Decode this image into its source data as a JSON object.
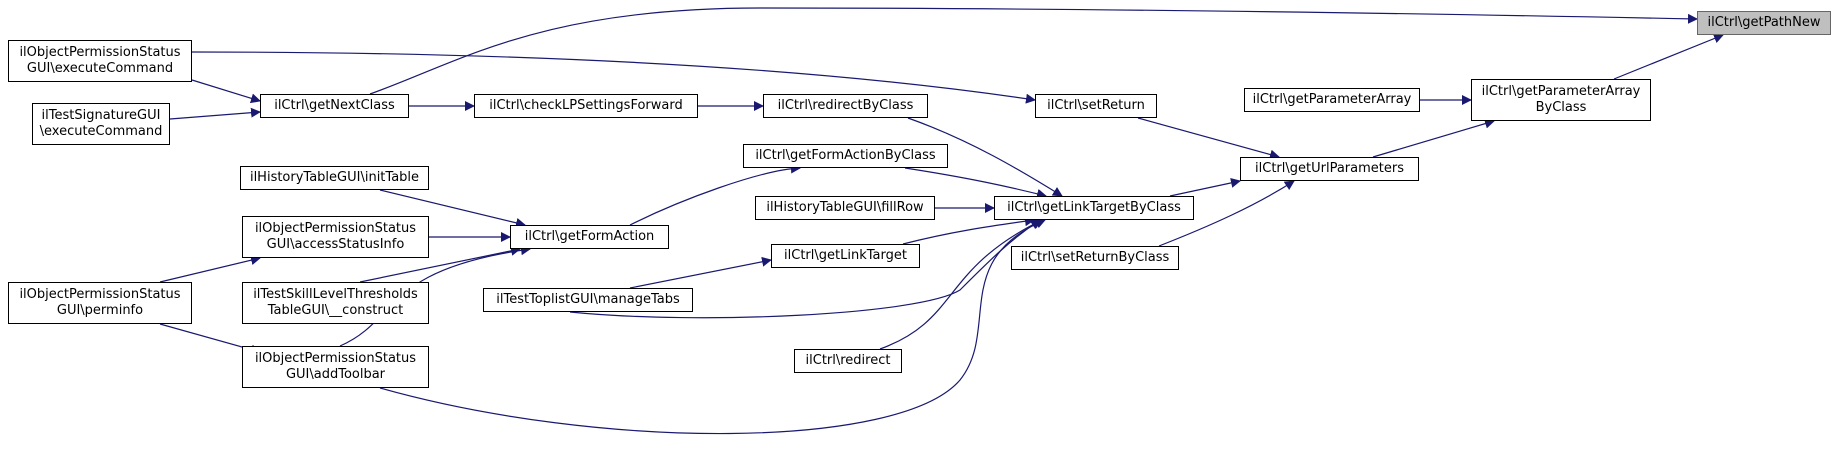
{
  "nodes": {
    "root": "ilCtrl\\getPathNew",
    "gpabc": "ilCtrl\\getParameterArray\nByClass",
    "gpa": "ilCtrl\\getParameterArray",
    "gup": "ilCtrl\\getUrlParameters",
    "sr": "ilCtrl\\setReturn",
    "srbc": "ilCtrl\\setReturnByClass",
    "gltbc": "ilCtrl\\getLinkTargetByClass",
    "gnc": "ilCtrl\\getNextClass",
    "clps": "ilCtrl\\checkLPSettingsForward",
    "rbc": "ilCtrl\\redirectByClass",
    "gfabc": "ilCtrl\\getFormActionByClass",
    "htfill": "ilHistoryTableGUI\\fillRow",
    "glt": "ilCtrl\\getLinkTarget",
    "ttmt": "ilTestToplistGUI\\manageTabs",
    "redir": "ilCtrl\\redirect",
    "gfa": "ilCtrl\\getFormAction",
    "htinit": "ilHistoryTableGUI\\initTable",
    "opsasi": "ilObjectPermissionStatus\nGUI\\accessStatusInfo",
    "tsltc": "ilTestSkillLevelThresholds\nTableGUI\\__construct",
    "opsat": "ilObjectPermissionStatus\nGUI\\addToolbar",
    "opsec": "ilObjectPermissionStatus\nGUI\\executeCommand",
    "tsec": "ilTestSignatureGUI\n\\executeCommand",
    "opspi": "ilObjectPermissionStatus\nGUI\\perminfo"
  },
  "colors": {
    "edge": "#191970",
    "root_fill": "#bfbfbf",
    "node_border": "#000000"
  }
}
